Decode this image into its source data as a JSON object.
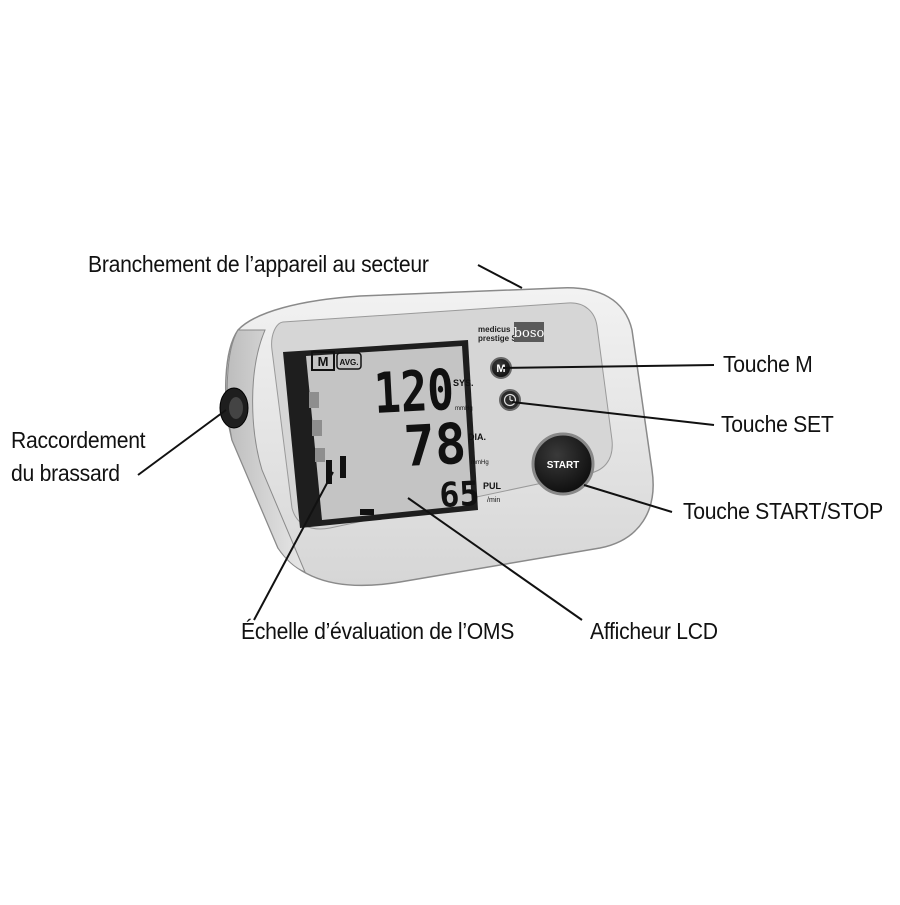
{
  "callouts": {
    "mains": "Branchement de l’appareil au secteur",
    "cuff_line1": "Raccordement",
    "cuff_line2": "du brassard",
    "m_key": "Touche M",
    "set_key": "Touche SET",
    "start_key": "Touche START/STOP",
    "who_scale": "Échelle d’évaluation de l’OMS",
    "lcd": "Afficheur LCD"
  },
  "device": {
    "brand_line1": "medicus",
    "brand_line2": "prestige S",
    "brand_logo": "boso",
    "m_button": "M",
    "start_button": "START",
    "memory_badge": "M",
    "avg_badge": "AVG."
  },
  "display": {
    "sys_value": "120",
    "sys_label": "SYS.",
    "sys_unit": "mmHg",
    "dia_value": "78",
    "dia_label": "DIA.",
    "dia_unit": "mmHg",
    "pulse_value": "65",
    "pulse_label": "PUL",
    "pulse_unit": "/min"
  },
  "colors": {
    "housing": "#e4e4e4",
    "faceplate": "#d4d4d4",
    "lcd_background": "#c2c2c2",
    "lcd_frame": "#222222",
    "button_dark": "#151515"
  }
}
